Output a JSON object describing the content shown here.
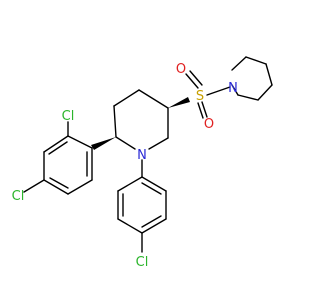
{
  "molecule": {
    "atoms": {
      "cl_top": "Cl",
      "cl_left": "Cl",
      "cl_bottom": "Cl",
      "n_ring": "N",
      "n_piperidine": "N",
      "s_sulfonyl": "S",
      "o_upper": "O",
      "o_lower": "O"
    }
  },
  "colors": {
    "bond": "#000000",
    "chlorine": "#2bb52b",
    "nitrogen": "#2a2ad6",
    "oxygen": "#e02020",
    "sulfur": "#c8a000",
    "background": "#ffffff"
  }
}
